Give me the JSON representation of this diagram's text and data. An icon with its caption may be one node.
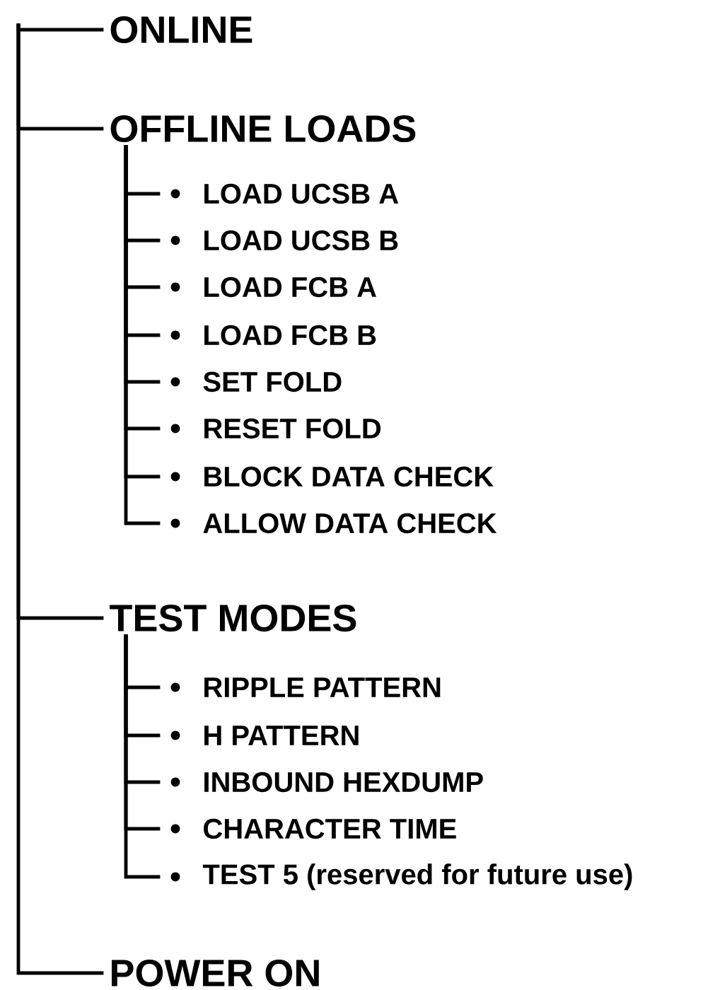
{
  "diagram": {
    "nodes": [
      {
        "text": [
          "ONLINE"
        ]
      },
      {
        "text": [
          "OFFLINE LOADS"
        ]
      },
      {
        "text": [
          "LOAD UCSB A"
        ]
      },
      {
        "text": [
          "LOAD UCSB B"
        ]
      },
      {
        "text": [
          "LOAD FCB A"
        ]
      },
      {
        "text": [
          "LOAD FCB B"
        ]
      },
      {
        "text": [
          "SET FOLD"
        ]
      },
      {
        "text": [
          "RESET FOLD"
        ]
      },
      {
        "text": [
          "BLOCK DATA CHECK"
        ]
      },
      {
        "text": [
          "ALLOW DATA CHECK"
        ]
      },
      {
        "text": [
          "TEST MODES"
        ]
      },
      {
        "text": [
          "RIPPLE PATTERN"
        ]
      },
      {
        "text": [
          "H PATTERN"
        ]
      },
      {
        "text": [
          "INBOUND HEXDUMP"
        ]
      },
      {
        "text": [
          "CHARACTER TIME"
        ]
      },
      {
        "text": [
          "TEST 5 (reserved for future use)"
        ]
      },
      {
        "text": [
          "POWER ON"
        ]
      }
    ],
    "edges": [
      {
        "from": null,
        "to": 0,
        "arrow": "none"
      },
      {
        "from": null,
        "to": 1,
        "arrow": "none"
      },
      {
        "from": 1,
        "to": 2,
        "arrow": "none"
      },
      {
        "from": 1,
        "to": 3,
        "arrow": "none"
      },
      {
        "from": 1,
        "to": 4,
        "arrow": "none"
      },
      {
        "from": 1,
        "to": 5,
        "arrow": "none"
      },
      {
        "from": 1,
        "to": 6,
        "arrow": "none"
      },
      {
        "from": 1,
        "to": 7,
        "arrow": "none"
      },
      {
        "from": 1,
        "to": 8,
        "arrow": "none"
      },
      {
        "from": 1,
        "to": 9,
        "arrow": "none"
      },
      {
        "from": null,
        "to": 10,
        "arrow": "none"
      },
      {
        "from": 10,
        "to": 11,
        "arrow": "none"
      },
      {
        "from": 10,
        "to": 12,
        "arrow": "none"
      },
      {
        "from": 10,
        "to": 13,
        "arrow": "none"
      },
      {
        "from": 10,
        "to": 14,
        "arrow": "none"
      },
      {
        "from": 10,
        "to": 15,
        "arrow": "none"
      },
      {
        "from": null,
        "to": 16,
        "arrow": "none"
      }
    ]
  }
}
